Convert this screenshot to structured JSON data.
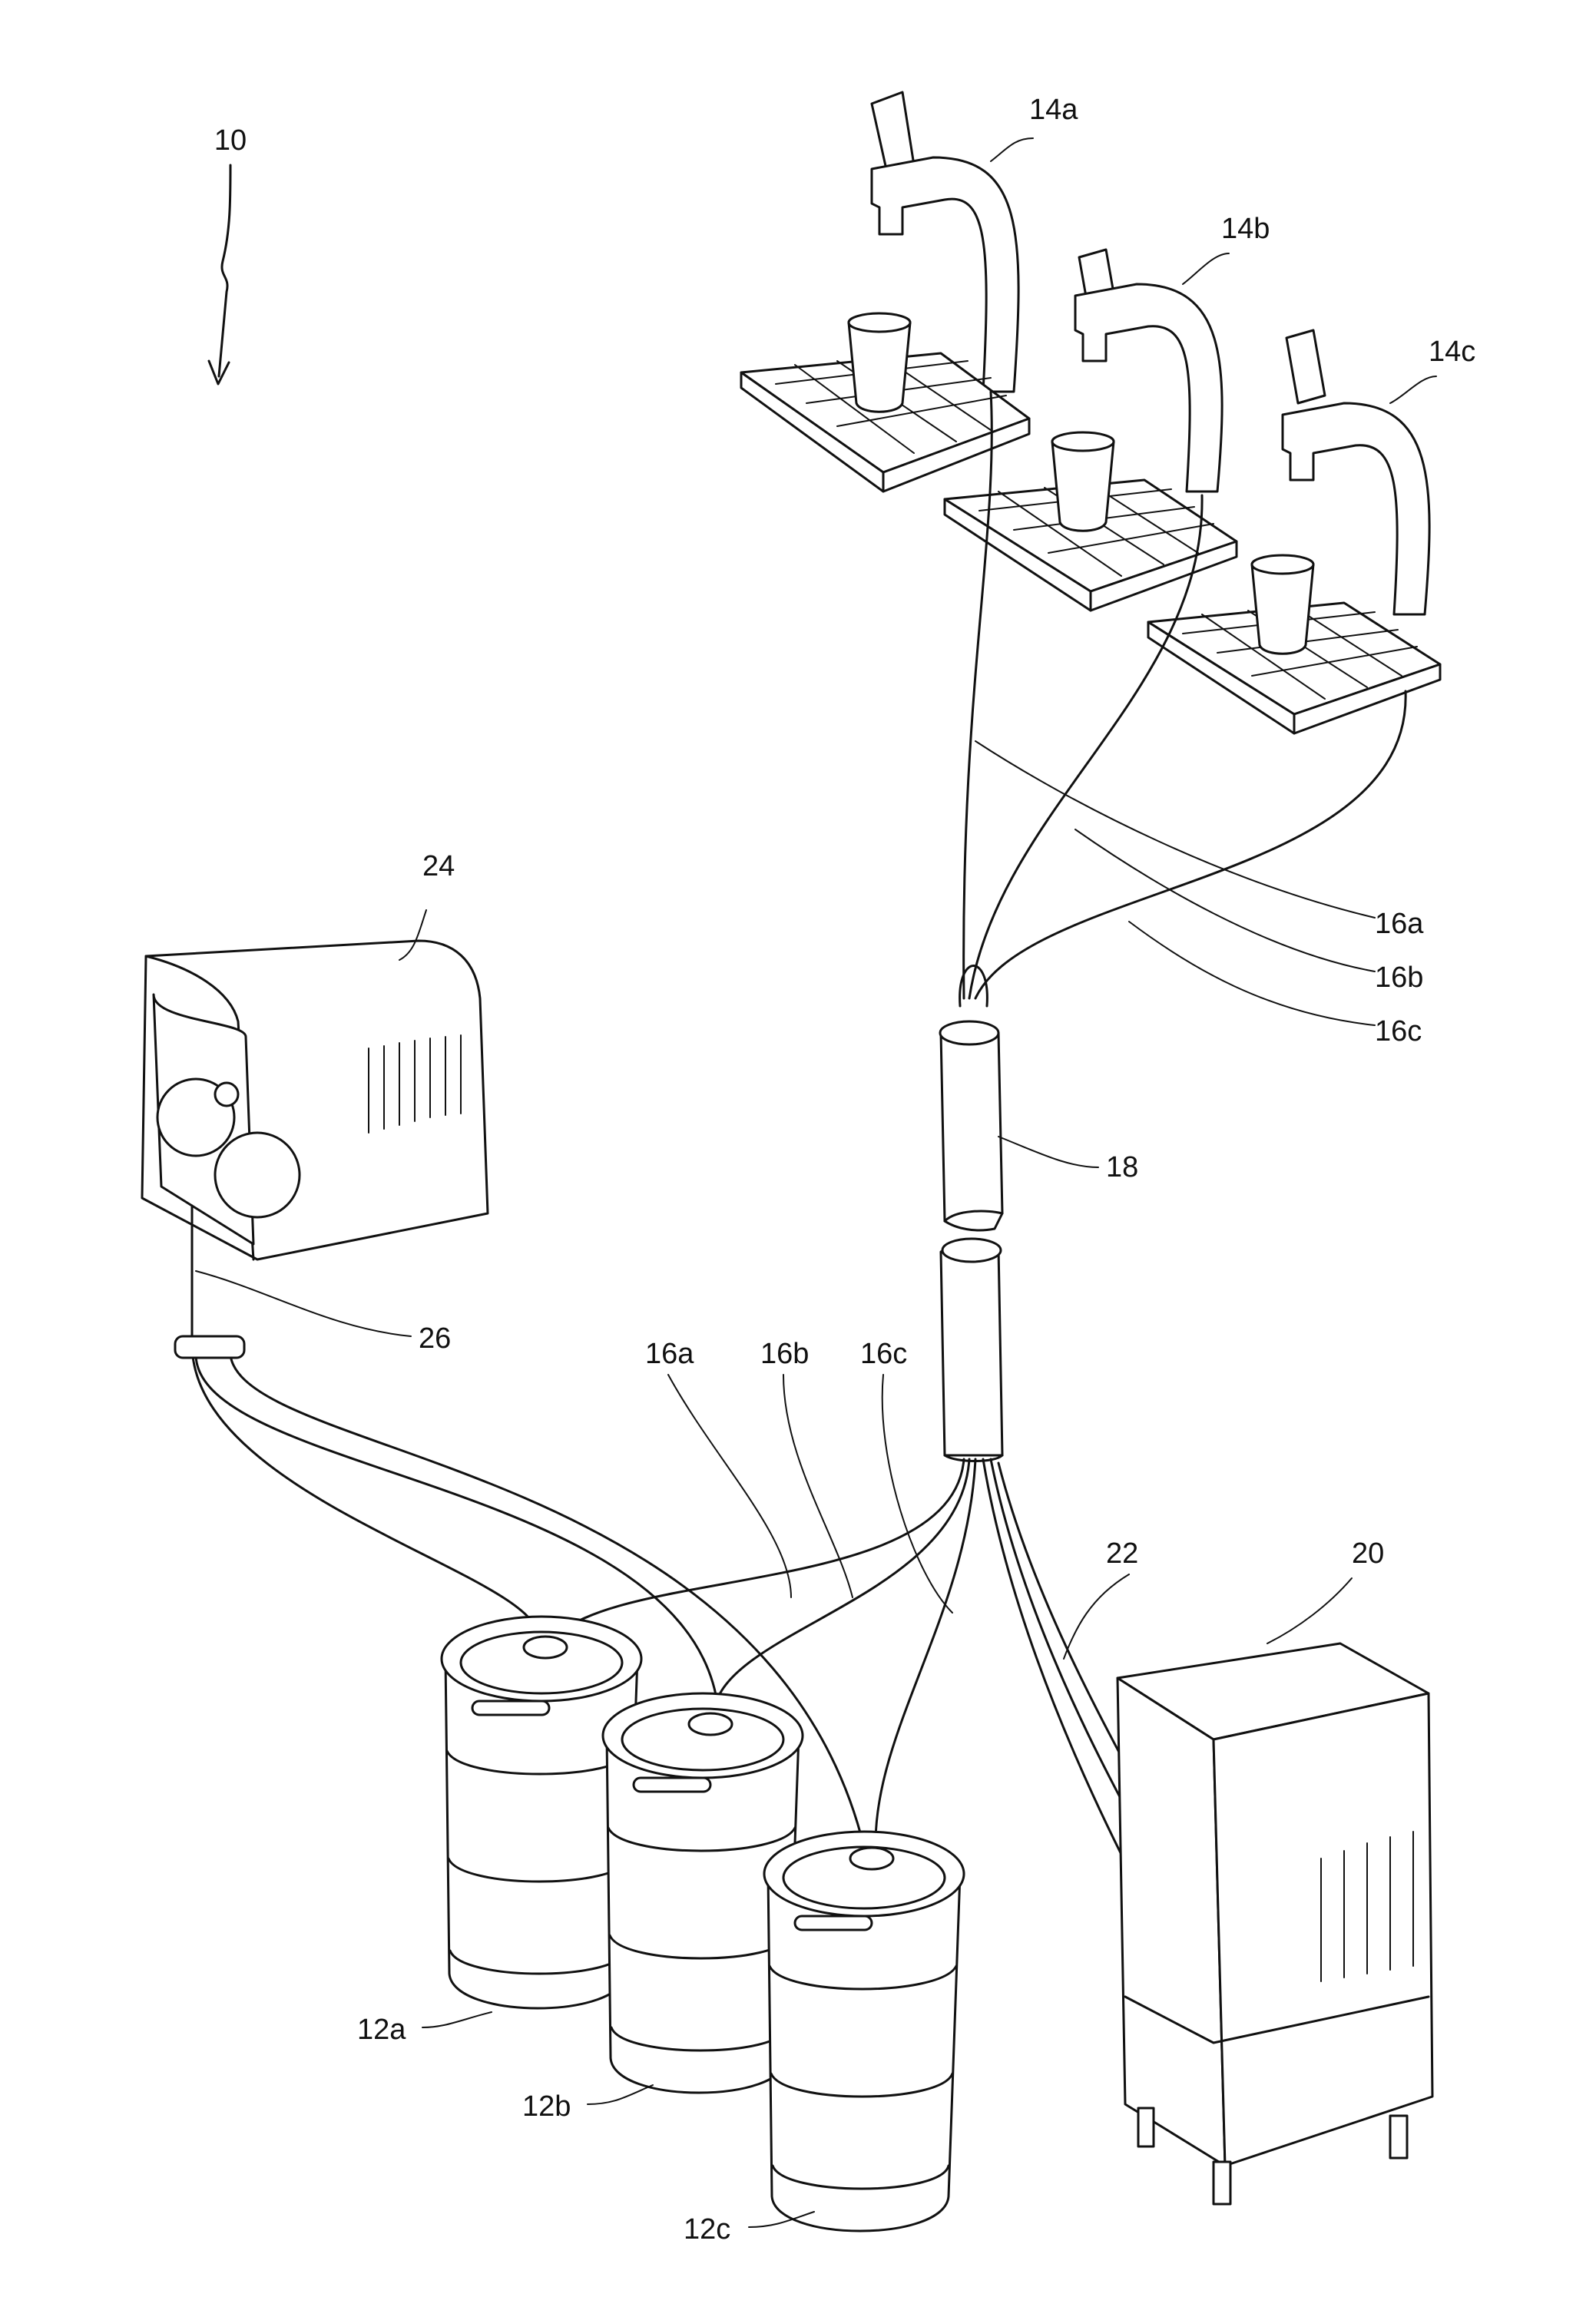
{
  "figure": {
    "reference_numeral": "10",
    "labels": {
      "tap_a": "14a",
      "tap_b": "14b",
      "tap_c": "14c",
      "line_a_upper": "16a",
      "line_b_upper": "16b",
      "line_c_upper": "16c",
      "python": "18",
      "line_a_lower": "16a",
      "line_b_lower": "16b",
      "line_c_lower": "16c",
      "chiller_line": "22",
      "chiller": "20",
      "gas_source": "24",
      "gas_line": "26",
      "keg_a": "12a",
      "keg_b": "12b",
      "keg_c": "12c"
    }
  }
}
